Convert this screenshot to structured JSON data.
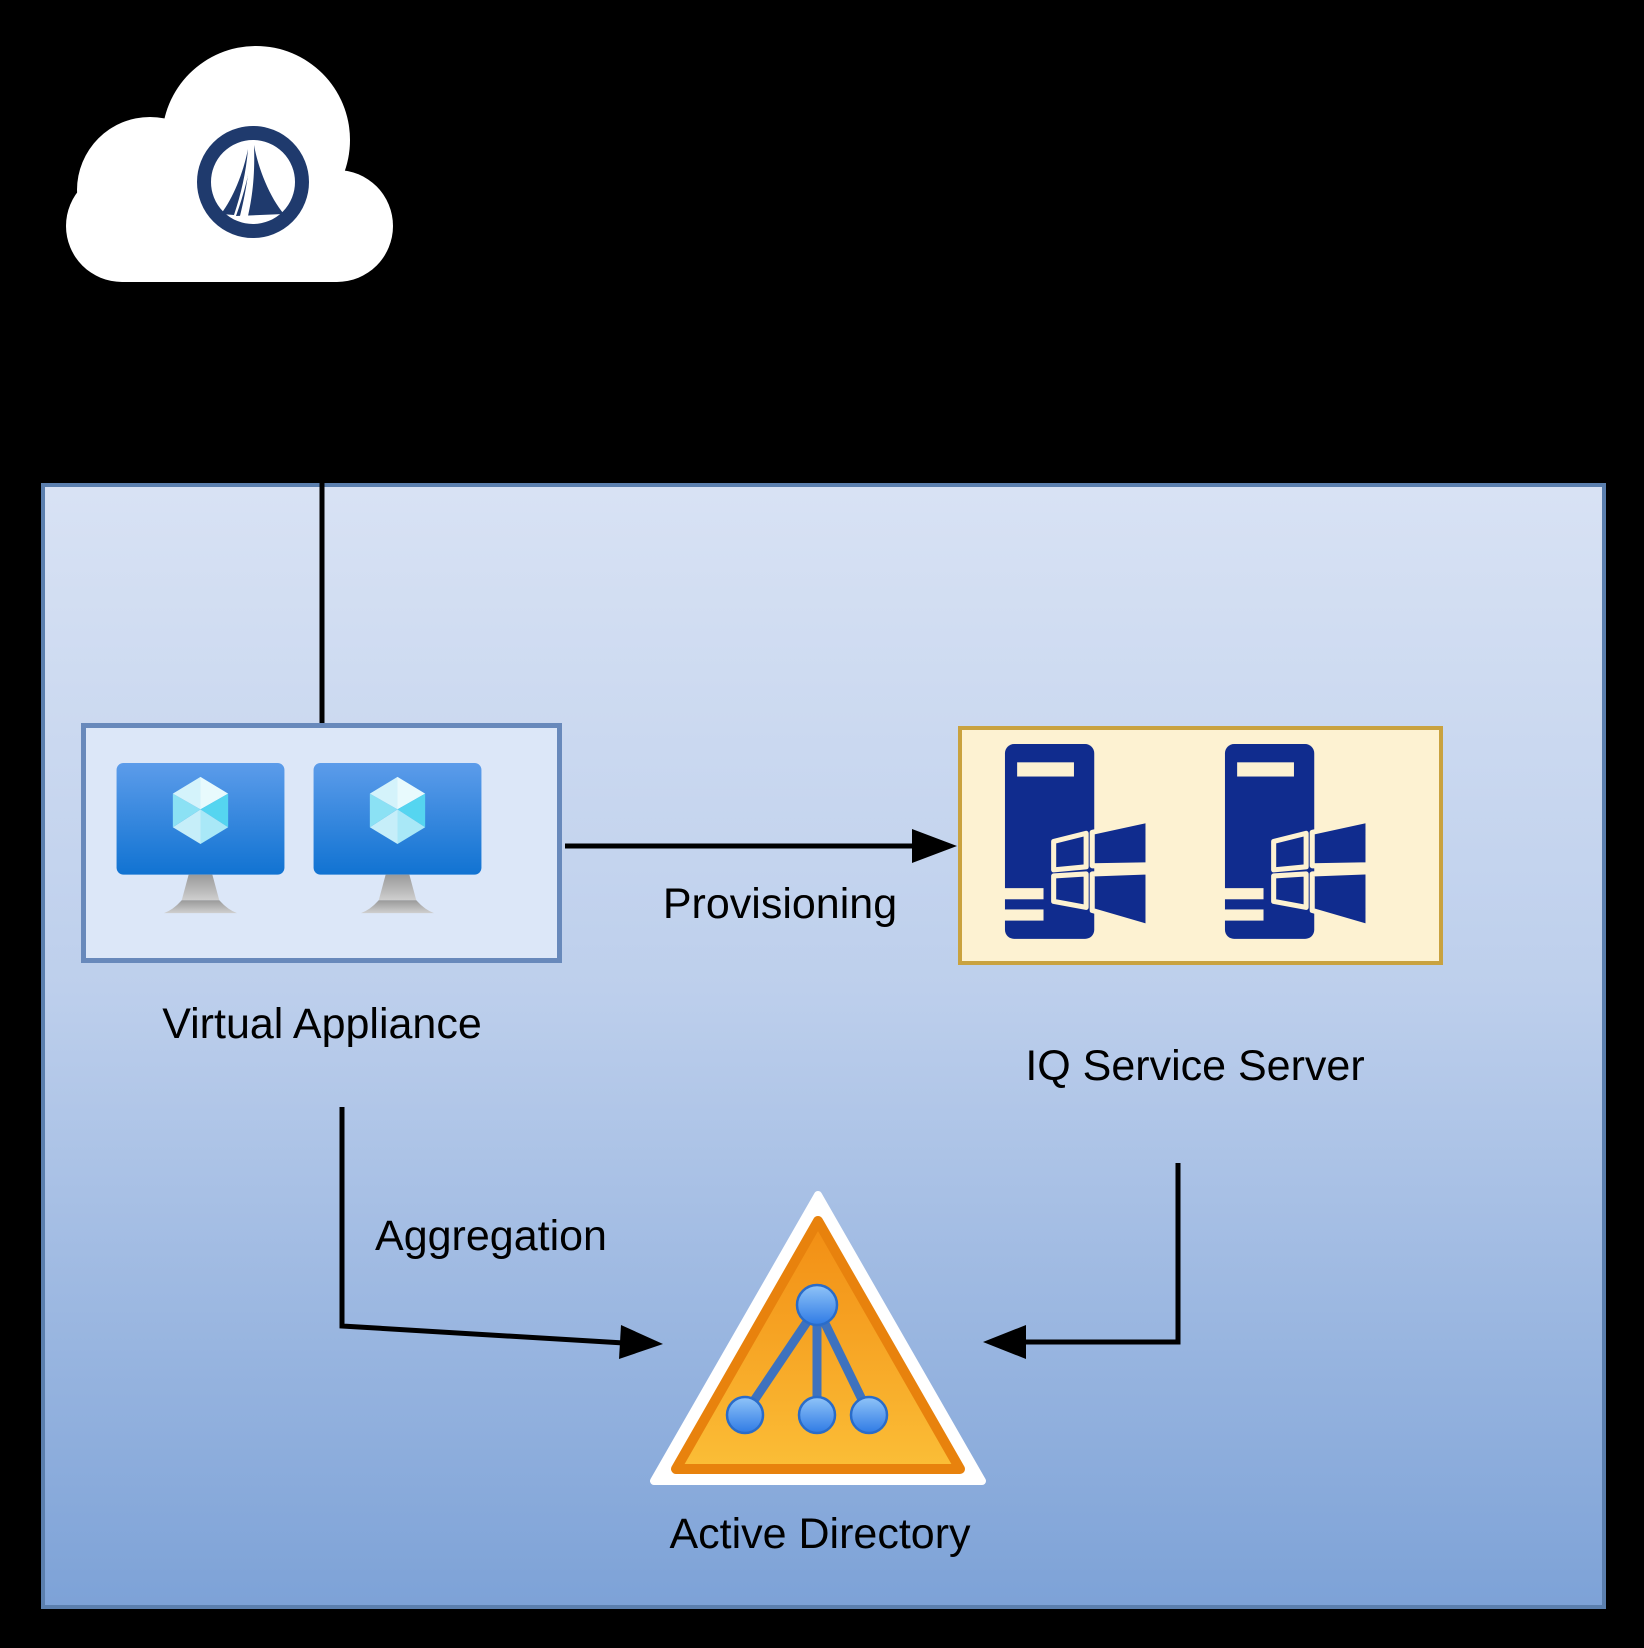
{
  "diagram": {
    "title_visible": false,
    "cloud": {
      "icon": "cloud-icon",
      "logo_icon": "sailpoint-sailboat-icon"
    },
    "nodes": {
      "virtual_appliance": {
        "label": "Virtual Appliance",
        "icon": "azure-vm-monitor-icon",
        "icon_count": 2
      },
      "iq_service_server": {
        "label": "IQ Service Server",
        "icon": "windows-server-icon",
        "icon_count": 2
      },
      "active_directory": {
        "label": "Active Directory",
        "icon": "active-directory-triangle-icon"
      }
    },
    "edges": {
      "cloud_to_va": {
        "label": "",
        "from": "cloud",
        "to": "virtual_appliance",
        "style": "plain-line"
      },
      "provisioning": {
        "label": "Provisioning",
        "from": "virtual_appliance",
        "to": "iq_service_server",
        "style": "arrow-right"
      },
      "aggregation": {
        "label": "Aggregation",
        "from": "virtual_appliance",
        "to": "active_directory",
        "style": "elbow-arrow"
      },
      "iq_to_ad": {
        "label": "",
        "from": "iq_service_server",
        "to": "active_directory",
        "style": "elbow-arrow"
      }
    },
    "colors": {
      "canvas_background": "#000000",
      "zone_fill_top": "#D8E2F4",
      "zone_fill_bottom": "#7DA2D7",
      "zone_border": "#5B7FAE",
      "va_box_fill": "#DCE7F8",
      "va_box_border": "#6889BB",
      "iq_box_fill": "#FDF2D2",
      "iq_box_border": "#C9A23F",
      "server_navy": "#102C8E",
      "monitor_blue_top": "#5C9CEA",
      "monitor_blue_bottom": "#1173D2",
      "cube_cyan": "#64D9F2",
      "ad_orange_top": "#F28D13",
      "ad_orange_bottom": "#FBBE37",
      "ad_rim_orange": "#E8820D",
      "ad_node_blue": "#2F7BE5",
      "cloud_white": "#FFFFFF",
      "logo_navy": "#1F3A6D",
      "arrow_color": "#000000",
      "label_color": "#000000"
    }
  }
}
